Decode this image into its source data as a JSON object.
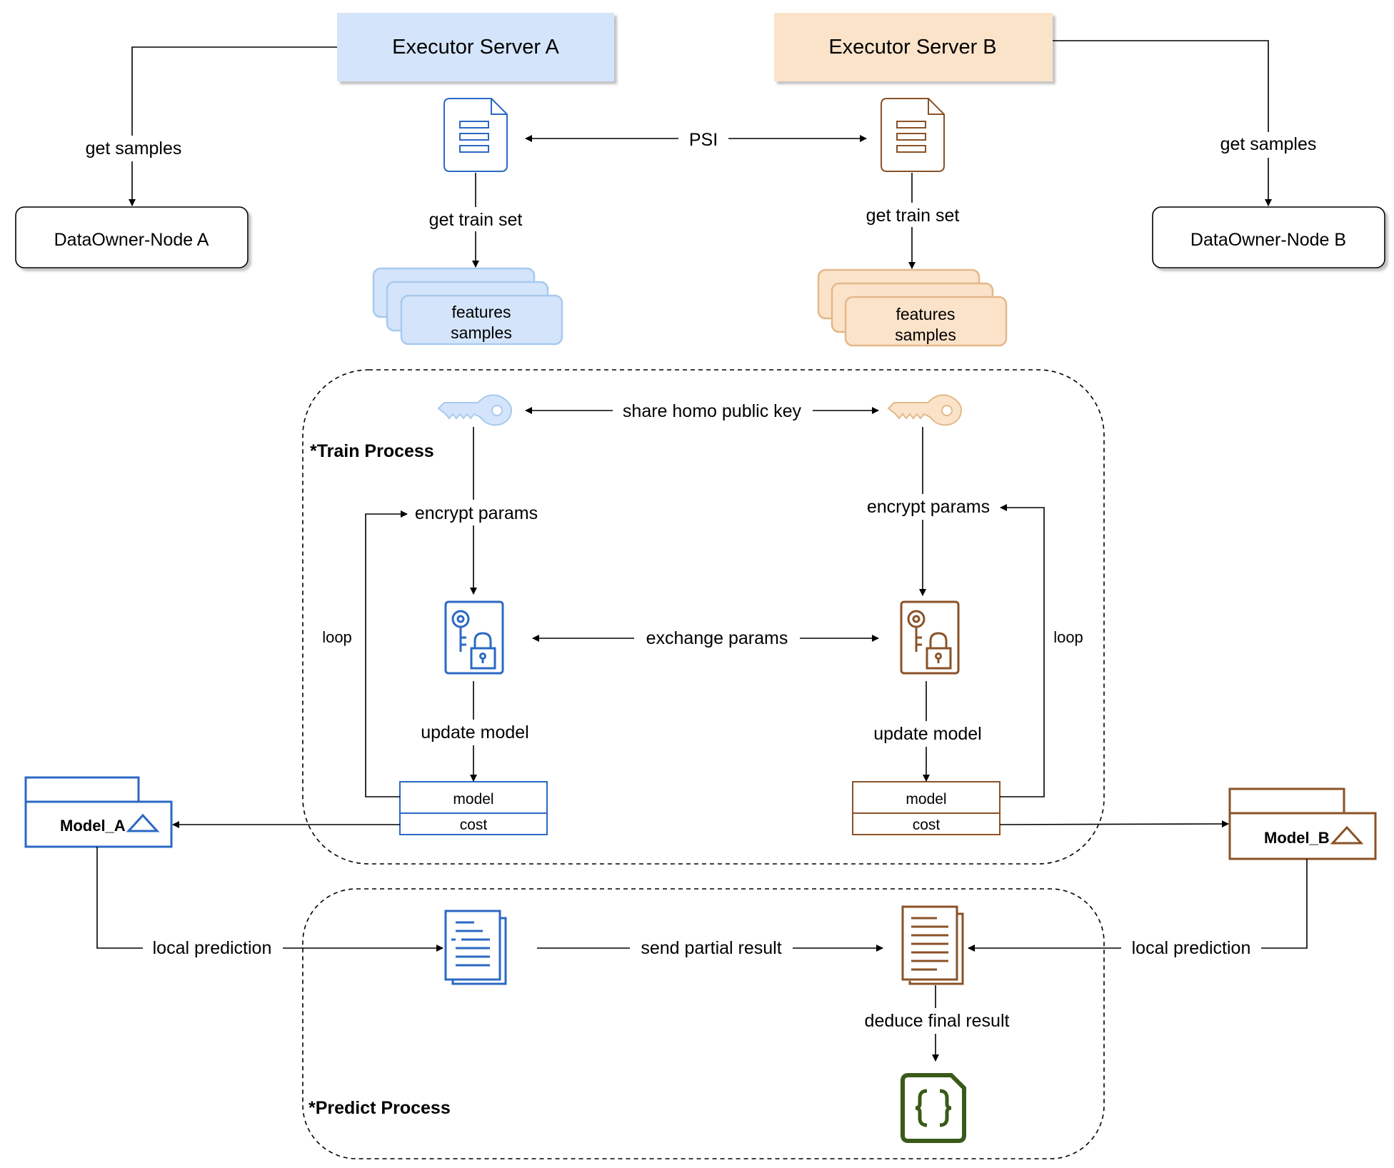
{
  "servers": {
    "a": {
      "label": "Executor Server A"
    },
    "b": {
      "label": "Executor Server B"
    }
  },
  "nodes": {
    "a": {
      "label": "DataOwner-Node A"
    },
    "b": {
      "label": "DataOwner-Node B"
    }
  },
  "edges": {
    "get_samples_a": "get samples",
    "get_samples_b": "get samples",
    "psi": "PSI",
    "get_train_set_a": "get train set",
    "get_train_set_b": "get train set",
    "share_key": "share homo public key",
    "encrypt_a": "encrypt params",
    "encrypt_b": "encrypt params",
    "exchange": "exchange params",
    "update_a": "update model",
    "update_b": "update model",
    "loop_a": "loop",
    "loop_b": "loop",
    "local_pred_a": "local prediction",
    "local_pred_b": "local prediction",
    "send_partial": "send partial result",
    "deduce": "deduce final result"
  },
  "stacks": {
    "a": {
      "line1": "features",
      "line2": "samples"
    },
    "b": {
      "line1": "features",
      "line2": "samples"
    }
  },
  "tables": {
    "a": {
      "row1": "model",
      "row2": "cost"
    },
    "b": {
      "row1": "model",
      "row2": "cost"
    }
  },
  "models": {
    "a": {
      "label": "Model_A"
    },
    "b": {
      "label": "Model_B"
    }
  },
  "groups": {
    "train": {
      "label": "*Train Process"
    },
    "predict": {
      "label": "*Predict Process"
    }
  },
  "icons": {
    "doc_a": "document-icon",
    "doc_b": "document-icon",
    "key_a": "key-icon",
    "key_b": "key-icon",
    "lock_a": "key-lock-icon",
    "lock_b": "key-lock-icon",
    "result_a": "documents-icon",
    "result_b": "documents-icon",
    "final": "json-file-icon"
  },
  "colors": {
    "blue_fill": "#d4e5fb",
    "blue_stroke": "#2b68c4",
    "blue_light": "#a8c9ee",
    "orange_fill": "#fbe3ca",
    "orange_stroke": "#8a5227",
    "orange_light": "#e3b889",
    "green": "#3a5a19"
  }
}
